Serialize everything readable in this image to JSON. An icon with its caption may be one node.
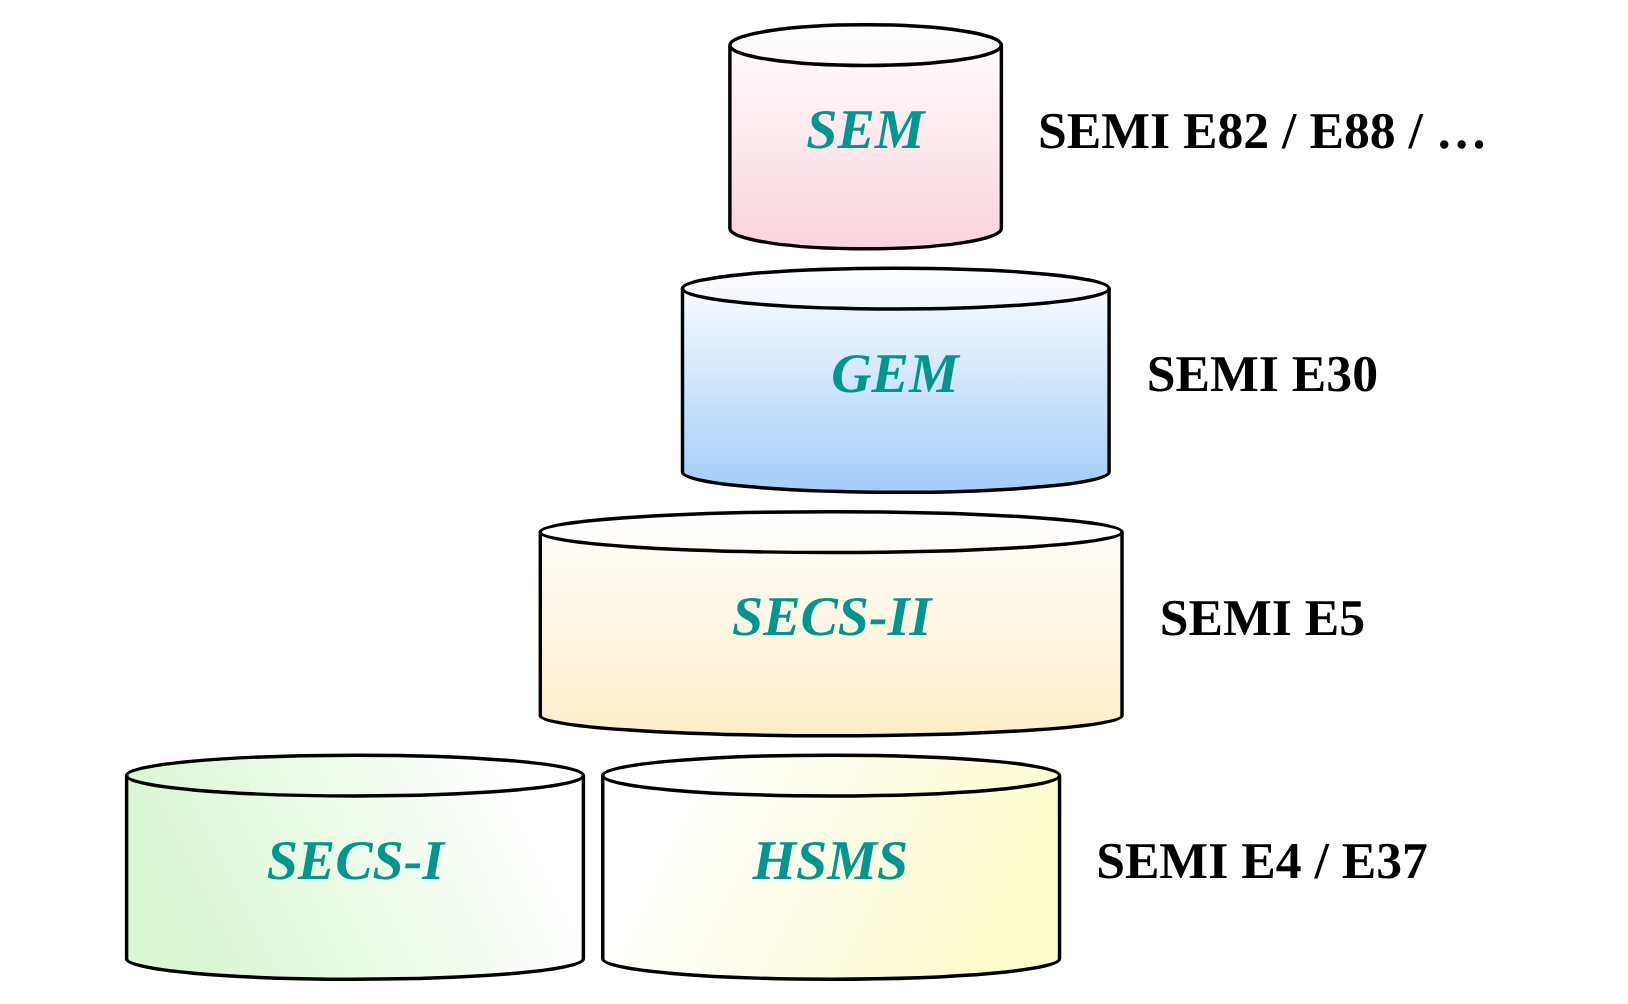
{
  "diagram": {
    "nodes": [
      {
        "text": [
          "SEM"
        ]
      },
      {
        "text": [
          "GEM"
        ]
      },
      {
        "text": [
          "SECS-II"
        ]
      },
      {
        "text": [
          "SECS-I"
        ]
      },
      {
        "text": [
          "HSMS"
        ]
      }
    ],
    "labels": [
      "SEMI E82 / E88 / …",
      "SEMI E30",
      "SEMI E5",
      "SEMI E4 / E37"
    ]
  }
}
